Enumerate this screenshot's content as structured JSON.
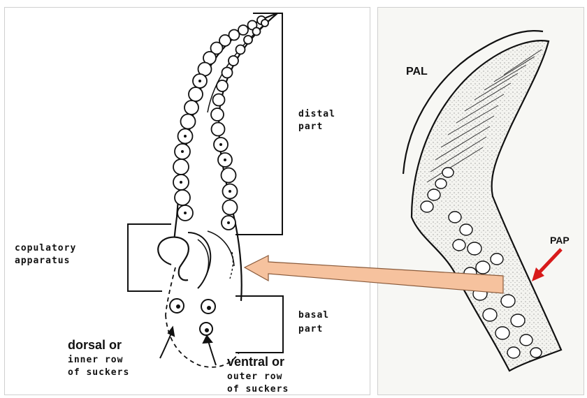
{
  "left": {
    "labels": {
      "distal": [
        "distal",
        "part"
      ],
      "copulatory": [
        "copulatory",
        "apparatus"
      ],
      "basal": [
        "basal",
        "part"
      ],
      "dorsal_main": "dorsal or",
      "dorsal_sub": [
        "inner row",
        "of suckers"
      ],
      "ventral_main": "ventral or",
      "ventral_sub": [
        "outer row",
        "of suckers"
      ]
    }
  },
  "right": {
    "labels": {
      "pal": "PAL",
      "pap": "PAP"
    },
    "arrow_color": "#d81b1b"
  },
  "connector": {
    "color": "#f6c29e",
    "stroke": "#8a5a3a"
  }
}
